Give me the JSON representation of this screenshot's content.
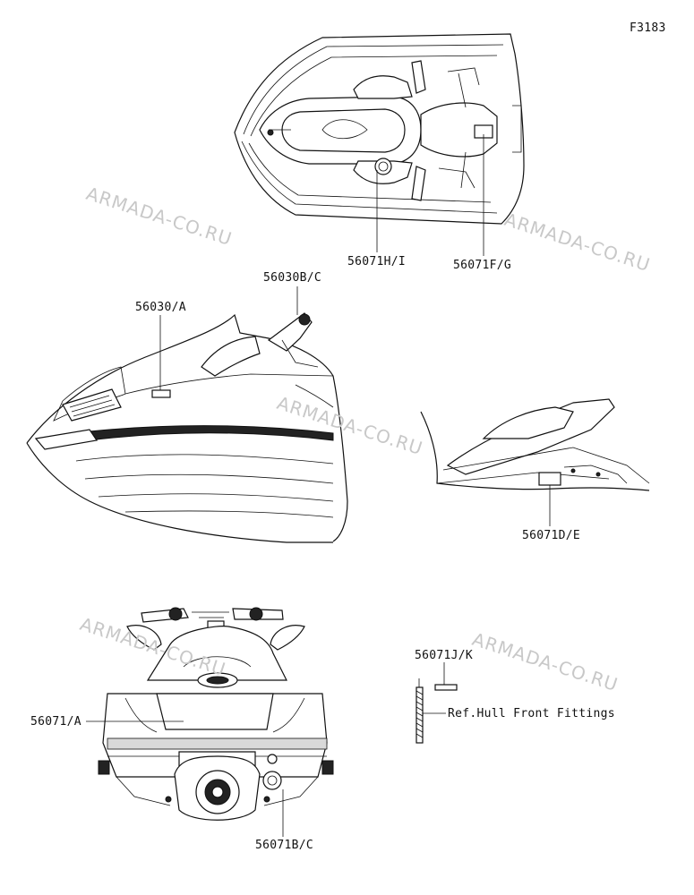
{
  "figure_code": "F3183",
  "watermark": "ARMADA-CO.RU",
  "callouts": {
    "top_left": "56071H/I",
    "top_right": "56071F/G",
    "side_front": "56030/A",
    "side_top": "56030B/C",
    "seat_side": "56071D/E",
    "rear_left": "56071/A",
    "rear_bottom": "56071B/C",
    "hull_part": "56071J/K",
    "hull_ref": "Ref.Hull Front Fittings"
  }
}
